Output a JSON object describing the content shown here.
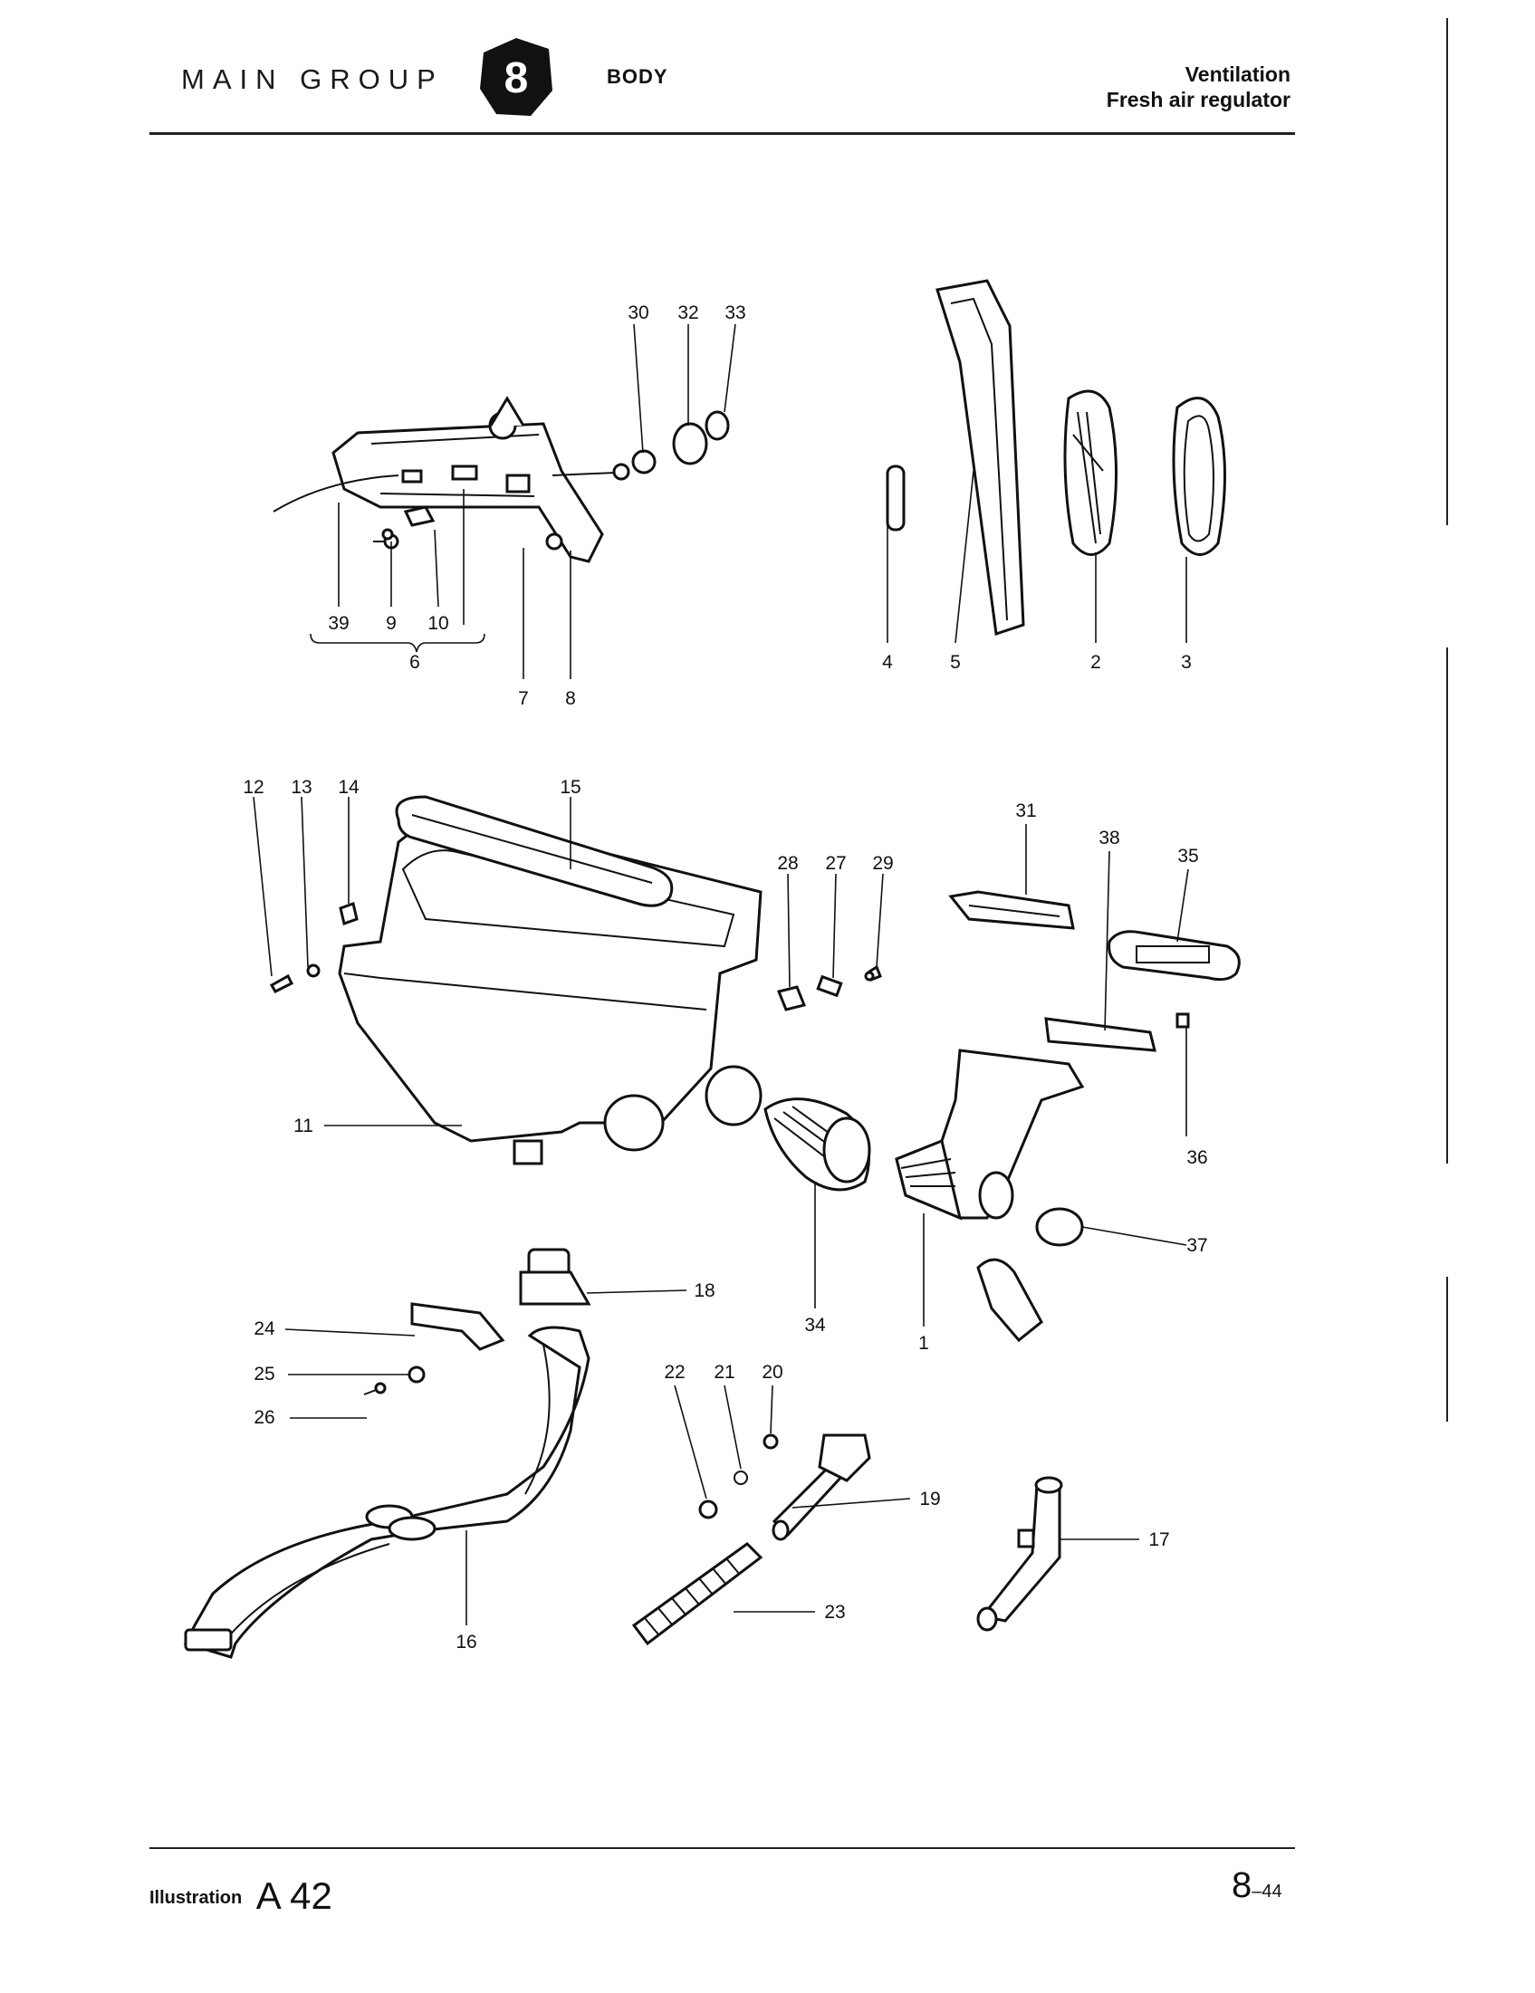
{
  "header": {
    "main_group": "MAIN GROUP",
    "group_number": "8",
    "section": "BODY",
    "title_line1": "Ventilation",
    "title_line2": "Fresh air regulator"
  },
  "footer": {
    "illustration_label": "Illustration",
    "illustration_id": "A 42",
    "page_main": "8",
    "page_sub": "–44"
  },
  "callouts": [
    "1",
    "2",
    "3",
    "4",
    "5",
    "6",
    "7",
    "8",
    "9",
    "10",
    "11",
    "12",
    "13",
    "14",
    "15",
    "16",
    "17",
    "18",
    "19",
    "20",
    "21",
    "22",
    "23",
    "24",
    "25",
    "26",
    "27",
    "28",
    "29",
    "30",
    "31",
    "32",
    "33",
    "34",
    "35",
    "36",
    "37",
    "38",
    "39"
  ]
}
